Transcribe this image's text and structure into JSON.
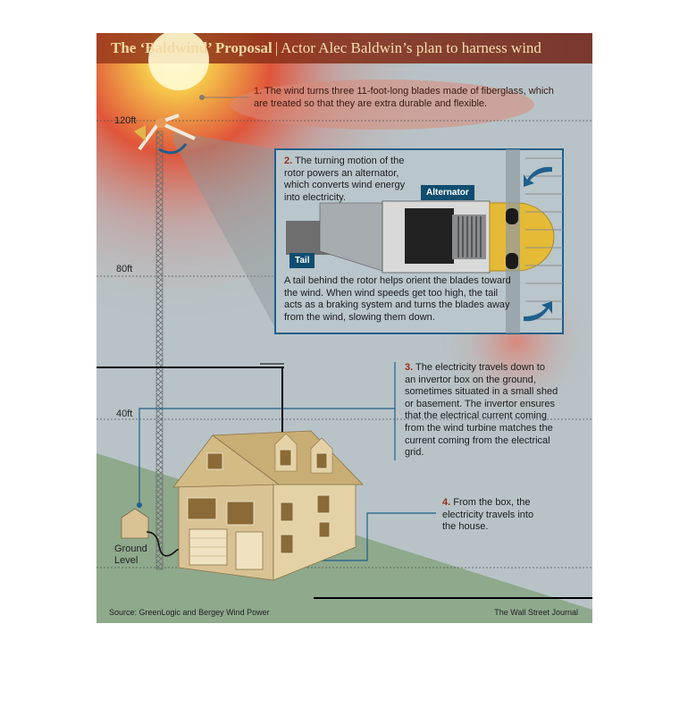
{
  "title": {
    "main": "The ‘Baldwind’ Proposal",
    "separator": "|",
    "subtitle": "Actor Alec Baldwin’s plan to harness wind"
  },
  "heights": {
    "h120": "120ft",
    "h80": "80ft",
    "h40": "40ft",
    "ground": "Ground Level"
  },
  "steps": {
    "s1": {
      "num": "1.",
      "text": "The wind turns three 11-foot-long blades made of fiberglass, which are treated so that they are extra durable and flexible."
    },
    "s2": {
      "num": "2.",
      "text": "The turning motion of the rotor powers an alternator, which converts wind energy into electricity."
    },
    "tail_note": "A tail behind the rotor helps orient the blades toward the wind. When wind speeds get too high, the tail acts as a braking system and turns the blades away from the wind, slowing them down.",
    "s3": {
      "num": "3.",
      "text": "The electricity travels down to an invertor box on the ground, sometimes situated in a small shed or basement. The invertor ensures that the electrical current coming from the wind turbine matches the current coming from the electrical grid."
    },
    "s4": {
      "num": "4.",
      "text": "From the box, the electricity travels into the house."
    }
  },
  "labels": {
    "alternator": "Alternator",
    "tail": "Tail"
  },
  "footer": {
    "source": "Source: GreenLogic and Bergey Wind Power",
    "credit": "The Wall Street Journal"
  },
  "colors": {
    "sky": "#b8c3c7",
    "ground": "#8fa98c",
    "sun": "#f7e6a8",
    "accent": "#9a2e12",
    "tag": "#0f4d70",
    "house": "#d9c394",
    "roof": "#c8ad74"
  }
}
